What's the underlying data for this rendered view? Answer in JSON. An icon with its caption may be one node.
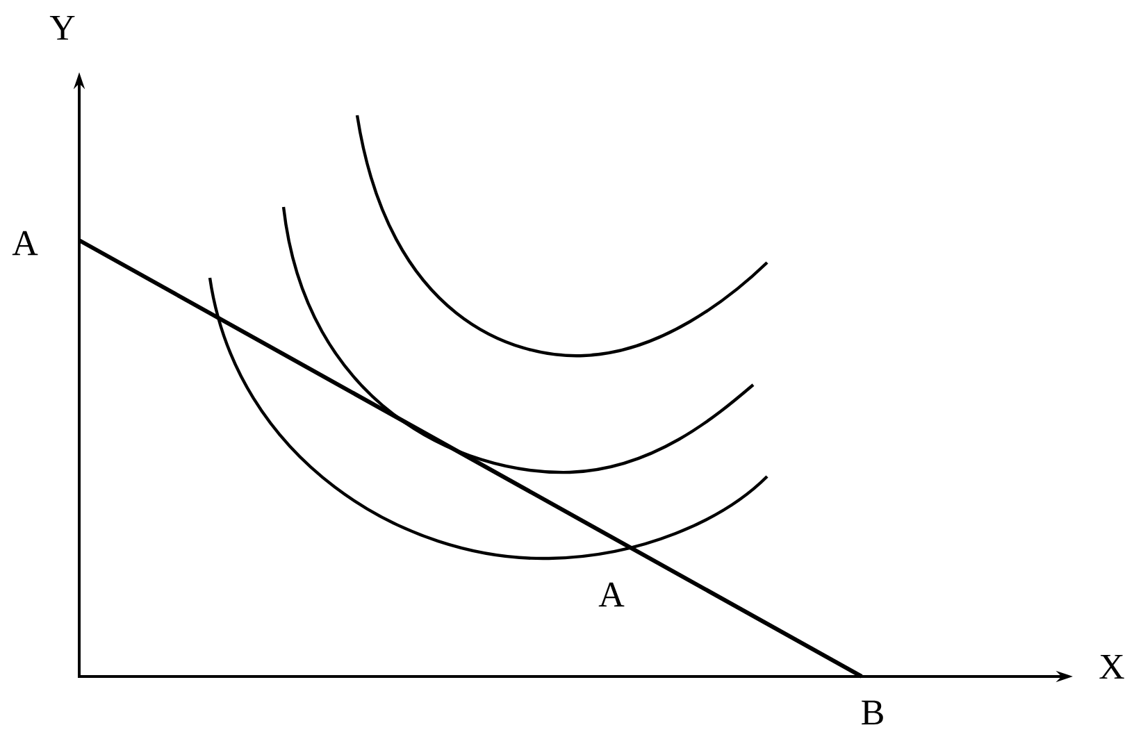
{
  "diagram": {
    "labels": [
      "Y",
      "A",
      "A",
      "X",
      "B"
    ]
  }
}
